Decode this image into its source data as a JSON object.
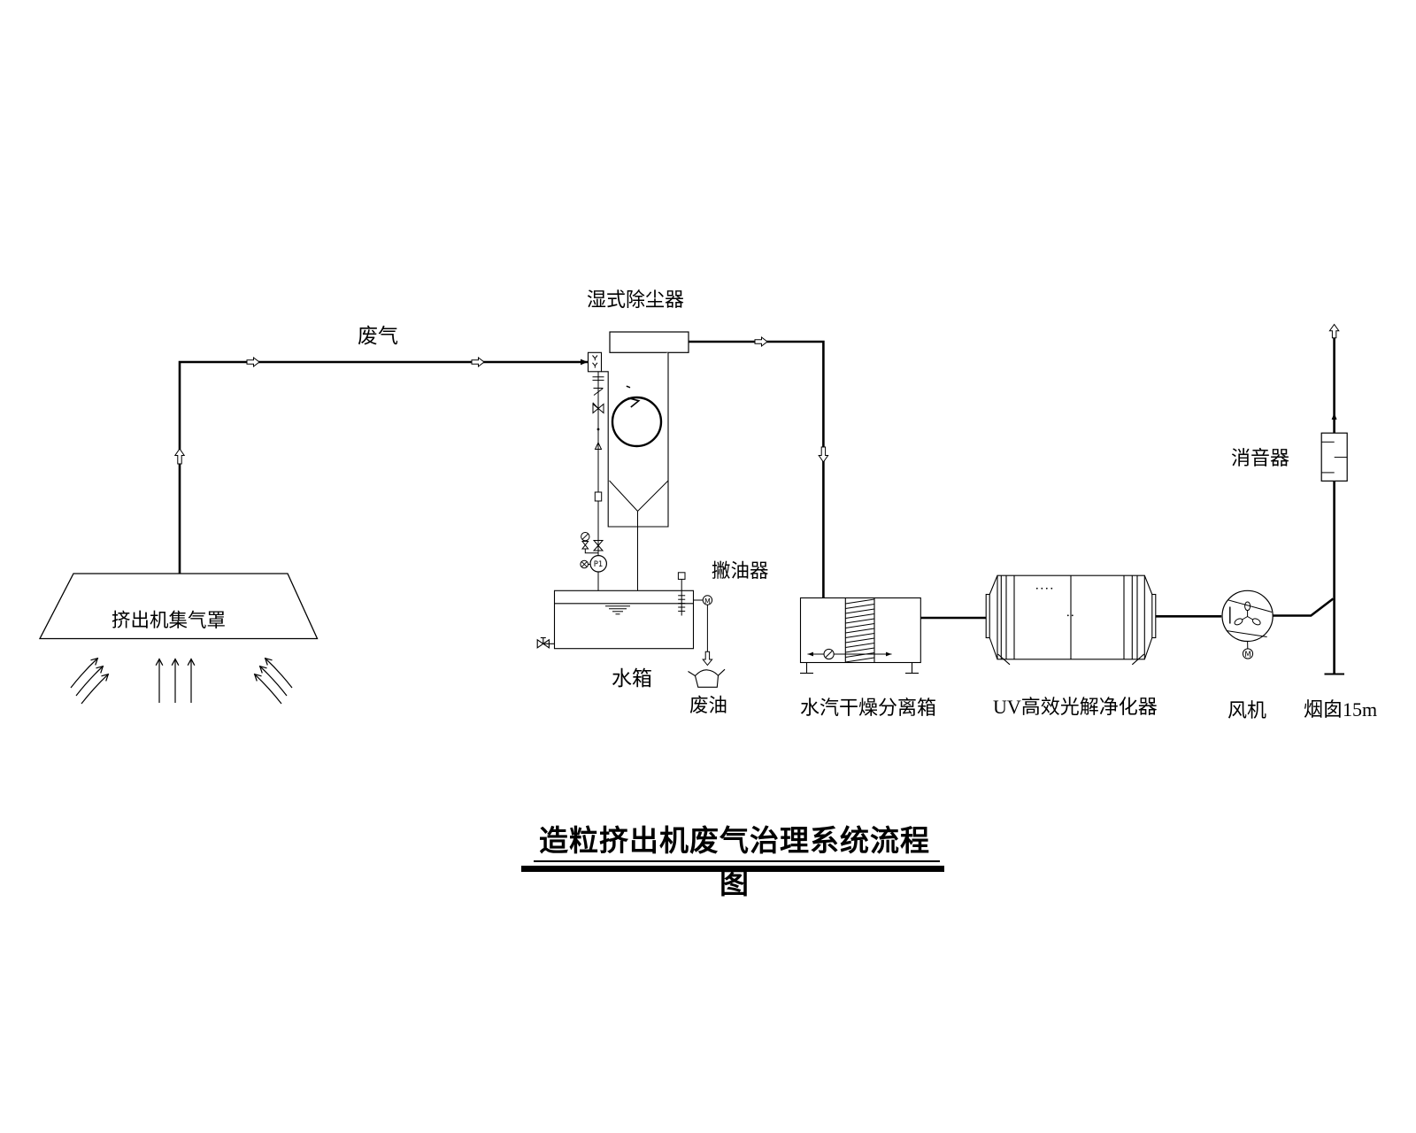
{
  "diagram": {
    "title": "造粒挤出机废气治理系统流程图",
    "flow_label": "废气",
    "equipment": {
      "hood": "挤出机集气罩",
      "scrubber": "湿式除尘器",
      "tank": "水箱",
      "skimmer": "撇油器",
      "waste_oil": "废油",
      "separator": "水汽干燥分离箱",
      "uv_purifier": "UV高效光解净化器",
      "fan": "风机",
      "chimney": "烟囱15m",
      "muffler": "消音器"
    },
    "annotations": {
      "pump": "P1",
      "skimmer_motor": "M",
      "fan_motor": "M"
    }
  }
}
